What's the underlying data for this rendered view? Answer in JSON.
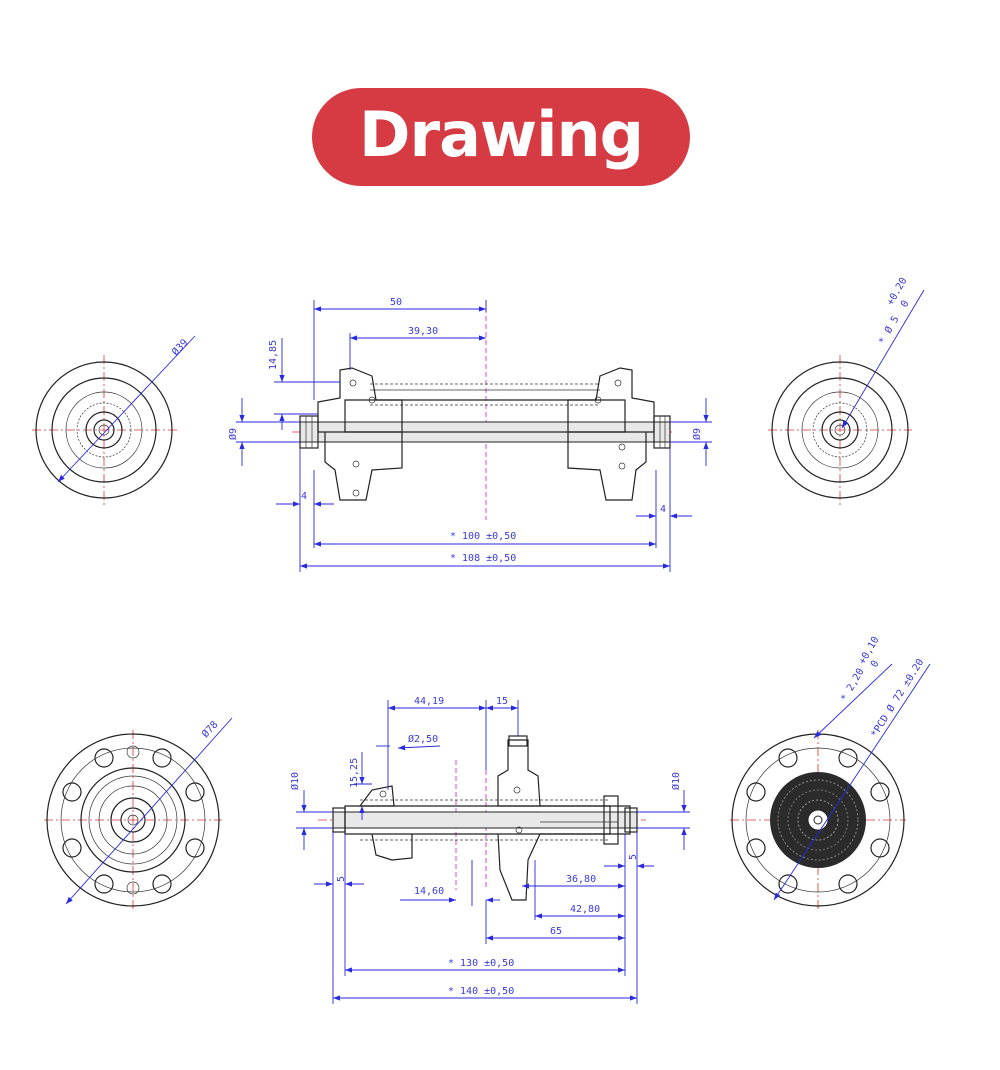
{
  "title": "Drawing",
  "front_hub": {
    "left_dia": "Ø39",
    "right_dia": "Ø 5",
    "right_tol_top": "+0.20",
    "right_tol_bottom": "0",
    "right_prefix": "*",
    "dim_50": "50",
    "dim_39_30": "39,30",
    "dim_14_85": "14,85",
    "dim_d9_left": "Ø9",
    "dim_d9_right": "Ø9",
    "dim_4_left": "4",
    "dim_4_right": "4",
    "dim_100": "* 100 ±0,50",
    "dim_108": "* 108 ±0,50"
  },
  "rear_hub": {
    "left_dia": "Ø78",
    "right_dia_a": "* 2,20",
    "right_dia_a_tol_top": "+0,10",
    "right_dia_a_tol_bottom": "0",
    "right_dia_b": "*PCD Ø 72 ±0.20",
    "dim_44_19": "44,19",
    "dim_15": "15",
    "dim_d2_50": "Ø2,50",
    "dim_15_25": "15,25",
    "dim_d10_left": "Ø10",
    "dim_d10_right": "Ø10",
    "dim_5_left": "5",
    "dim_5_right": "5",
    "dim_14_60": "14,60",
    "dim_36_80": "36,80",
    "dim_42_80": "42,80",
    "dim_65": "65",
    "dim_130": "* 130 ±0,50",
    "dim_140": "* 140 ±0,50"
  },
  "colors": {
    "title_bg": "#d63a43",
    "dimension": "#2a2ae0",
    "centerline": "#e23030",
    "axis": "#e040d8"
  }
}
